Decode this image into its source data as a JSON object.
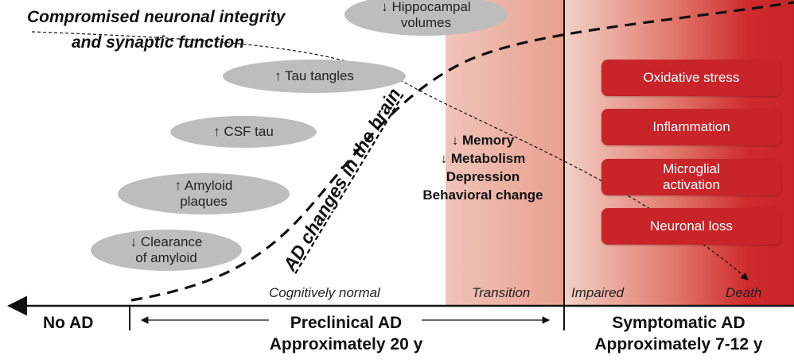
{
  "title": "Compromised neuronal integrity\nand synaptic function",
  "curve_label": "AD changes in the brain",
  "biomarkers": [
    {
      "text": "↓ Hippocampal\nvolumes"
    },
    {
      "text": "↑ Tau tangles"
    },
    {
      "text": "↑ CSF tau"
    },
    {
      "text": "↑ Amyloid\nplaques"
    },
    {
      "text": "↓ Clearance\nof amyloid"
    }
  ],
  "symptoms": [
    "↓ Memory",
    "↓ Metabolism",
    "Depression",
    "Behavioral change"
  ],
  "processes": [
    "Oxidative stress",
    "Inflammation",
    "Microglial\nactivation",
    "Neuronal loss"
  ],
  "stages": {
    "cognitively_normal": "Cognitively normal",
    "transition": "Transition",
    "impaired": "Impaired",
    "death": "Death"
  },
  "phases": {
    "no_ad": "No AD",
    "preclinical": "Preclinical AD",
    "preclinical_duration": "Approximately 20 y",
    "symptomatic": "Symptomatic AD",
    "symptomatic_duration": "Approximately 7-12 y"
  },
  "colors": {
    "accent_red": "#c8242a",
    "ellipse_gray": "#bdbdbd",
    "transition_band": "#eeb5a5"
  }
}
